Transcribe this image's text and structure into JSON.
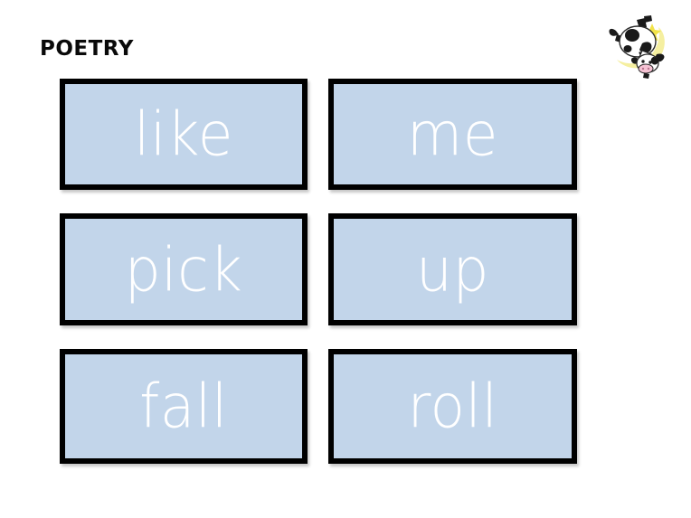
{
  "slide": {
    "title": "POETRY",
    "background_color": "#ffffff"
  },
  "theme": {
    "card_fill": "#c2d5ea",
    "card_border": "#000000",
    "word_text_color": "#ffffff",
    "title_color": "#0a0a0a",
    "moon_color": "#f5efa0",
    "star_color": "#f2e34a",
    "cow_body_color": "#ffffff",
    "cow_spot_color": "#1a1a1a",
    "cow_snout_color": "#f6c3d4"
  },
  "word_cards": [
    {
      "word": "like",
      "row": 0,
      "column": 0
    },
    {
      "word": "me",
      "row": 0,
      "column": 1
    },
    {
      "word": "pick",
      "row": 1,
      "column": 0
    },
    {
      "word": "up",
      "row": 1,
      "column": 1
    },
    {
      "word": "fall",
      "row": 2,
      "column": 0
    },
    {
      "word": "roll",
      "row": 2,
      "column": 1
    }
  ],
  "decoration": {
    "name": "cow-jumping-over-the-moon",
    "parts": [
      "cow",
      "crescent-moon",
      "star"
    ]
  }
}
